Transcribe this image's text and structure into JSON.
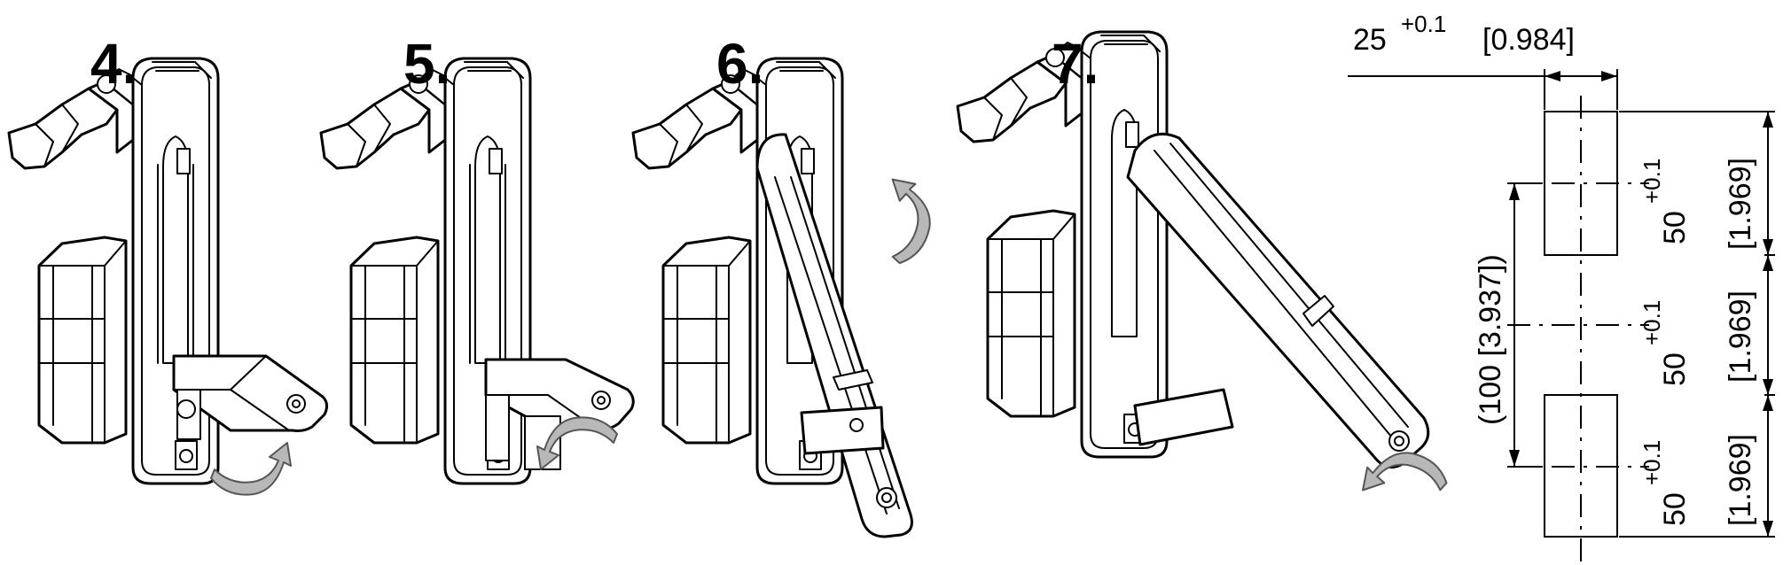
{
  "steps": [
    {
      "label": "4."
    },
    {
      "label": "5."
    },
    {
      "label": "6."
    },
    {
      "label": "7."
    }
  ],
  "cutout": {
    "width_value": "25",
    "width_tol": "+0.1",
    "width_inch": "[0.984]",
    "pitch_label": "(100 [3.937])",
    "segments": [
      {
        "value": "50",
        "tol": "+0.1",
        "inch": "[1.969]"
      },
      {
        "value": "50",
        "tol": "+0.1",
        "inch": "[1.969]"
      },
      {
        "value": "50",
        "tol": "+0.1",
        "inch": "[1.969]"
      }
    ]
  },
  "colors": {
    "line": "#000000",
    "arrow_fill": "#b8b8b8",
    "background": "#ffffff"
  }
}
